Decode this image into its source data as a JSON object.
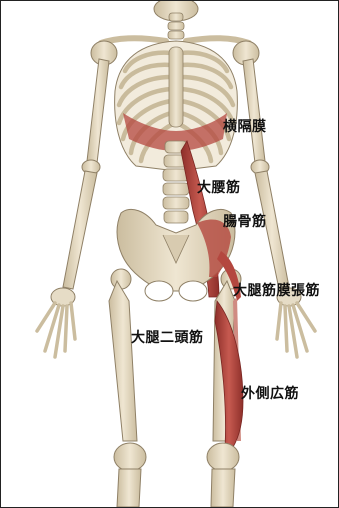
{
  "labels": {
    "diaphragm": "横隔膜",
    "psoas_major": "大腰筋",
    "iliacus": "腸骨筋",
    "tensor_fasciae_latae": "大腿筋膜張筋",
    "biceps_femoris": "大腿二頭筋",
    "vastus_lateralis": "外側広筋"
  },
  "colors": {
    "bone": "#e6dcc6",
    "bone_shade": "#c9bb9c",
    "bone_line": "#8f8066",
    "muscle": "#b4473f",
    "muscle_dark": "#8e2f2a",
    "background": "#ffffff"
  }
}
